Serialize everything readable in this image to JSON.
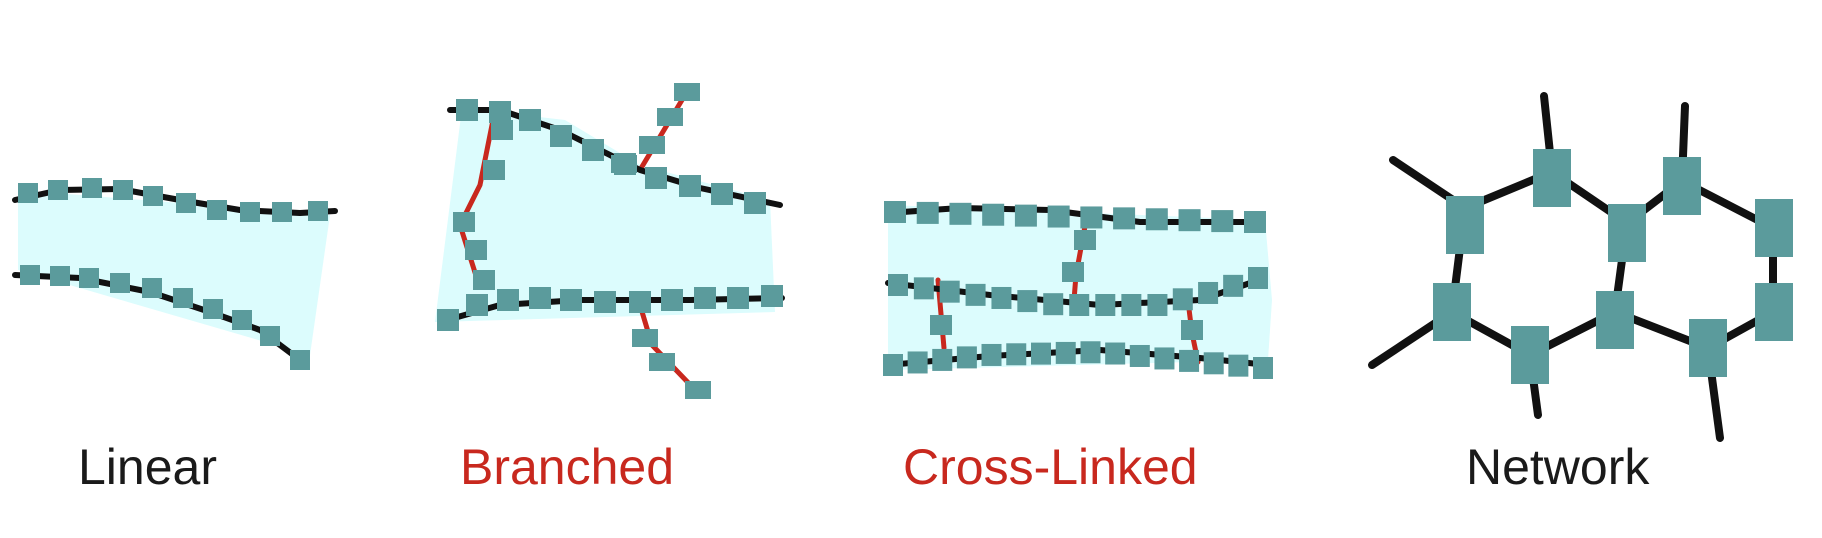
{
  "colors": {
    "monomer": "#5b9b9c",
    "backbone": "#111111",
    "branch_link": "#c8281e",
    "shaded_region": "#dcfcfd",
    "label_black": "#1a1a1a",
    "label_red": "#c8281e"
  },
  "panels": [
    {
      "id": "linear",
      "label": "Linear",
      "label_color": "#1a1a1a"
    },
    {
      "id": "branched",
      "label": "Branched",
      "label_color": "#c8281e"
    },
    {
      "id": "cross-linked",
      "label": "Cross-Linked",
      "label_color": "#c8281e"
    },
    {
      "id": "network",
      "label": "Network",
      "label_color": "#1a1a1a"
    }
  ]
}
